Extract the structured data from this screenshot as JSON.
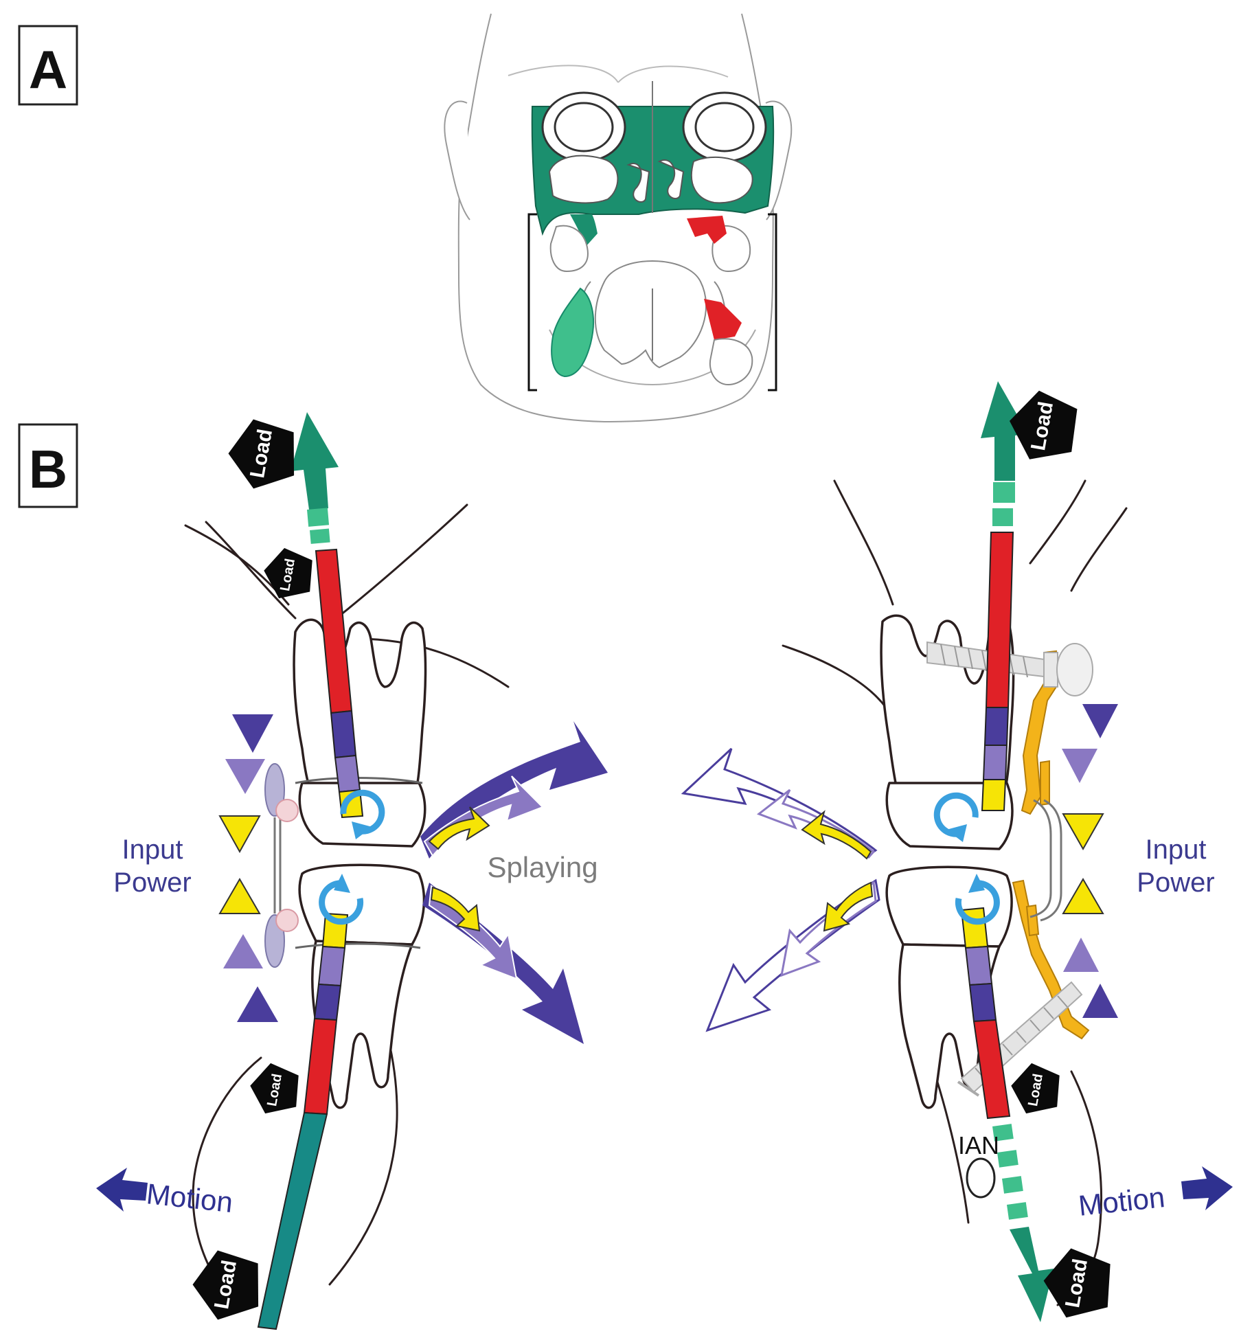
{
  "panels": {
    "a_label": "A",
    "b_label": "B"
  },
  "labels": {
    "load": "Load",
    "input_power": [
      "Input",
      "Power"
    ],
    "splaying": "Splaying",
    "motion": "Motion",
    "ian": "IAN"
  },
  "colors": {
    "green": "#1b8f6e",
    "green_light": "#3fbf8c",
    "teal": "#178a86",
    "red": "#e02127",
    "purple_dark": "#4a3d9c",
    "purple_light": "#8a78c2",
    "yellow": "#f6e406",
    "blue_rotation": "#3aa0de",
    "navy_text": "#3b3a8f",
    "gray_text": "#7c7c7c",
    "orange_plate": "#f3b31a"
  },
  "icons": [
    "rotation-arrow-icon",
    "load-pentagon-icon",
    "motion-arrow-icon",
    "screw-icon"
  ]
}
